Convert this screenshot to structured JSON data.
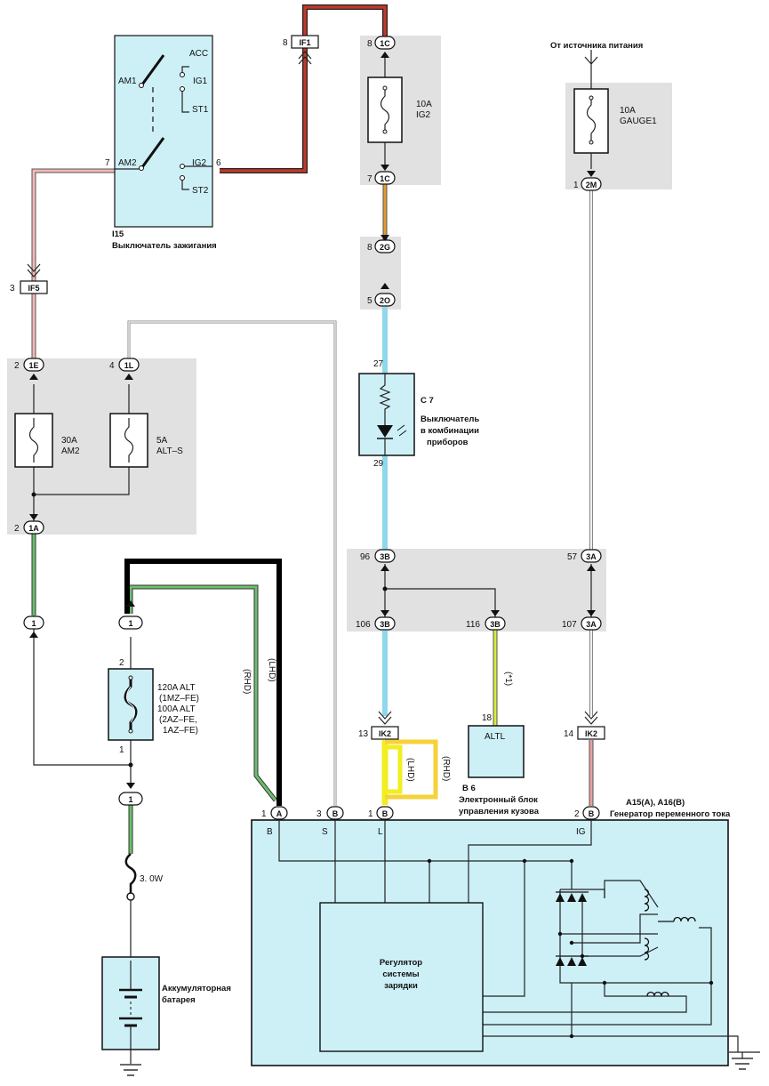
{
  "labels": {
    "power_source": "От источника питания",
    "ignition_code": "I15",
    "ignition_name": "Выключатель зажигания",
    "sw_acc": "ACC",
    "sw_ig1": "IG1",
    "sw_st1": "ST1",
    "sw_am1": "AM1",
    "sw_am2": "AM2",
    "sw_ig2": "IG2",
    "sw_st2": "ST2",
    "fuse_ig2_rating": "10A",
    "fuse_ig2_name": "IG2",
    "fuse_gauge_rating": "10A",
    "fuse_gauge_name": "GAUGE1",
    "fuse_am2_rating": "30A",
    "fuse_am2_name": "AM2",
    "fuse_alts_rating": "5A",
    "fuse_alts_name": "ALT–S",
    "c7_code": "C 7",
    "c7_line1": "Выключатель",
    "c7_line2": "в комбинации",
    "c7_line3": "приборов",
    "alt_fuse_l1": "120A ALT",
    "alt_fuse_l2": "(1MZ–FE)",
    "alt_fuse_l3": "100A ALT",
    "alt_fuse_l4": "(2AZ–FE,",
    "alt_fuse_l5": "1AZ–FE)",
    "fusible_link": "3. 0W",
    "battery_l1": "Аккумуляторная",
    "battery_l2": "батарея",
    "b6_code": "B 6",
    "b6_line1": "Электронный блок",
    "b6_line2": "управления кузова",
    "altl": "ALTL",
    "generator_code": "A15(A), A16(B)",
    "generator_name": "Генератор переменного тока",
    "regulator_l1": "Регулятор",
    "regulator_l2": "системы",
    "regulator_l3": "зарядки",
    "term_b": "B",
    "term_s": "S",
    "term_l": "L",
    "term_ig": "IG",
    "rhd": "(RHD)",
    "lhd": "(LHD)",
    "note1": "(*1)"
  },
  "connectors": {
    "if1": "IF1",
    "if5": "IF5",
    "c1_top": "1C",
    "c1_bot": "1C",
    "g2": "2G",
    "o2": "2O",
    "m2": "2M",
    "e1": "1E",
    "l1": "1L",
    "a1": "1A",
    "b3_96": "3B",
    "b3_106": "3B",
    "b3_116": "3B",
    "a3_57": "3A",
    "a3_107": "3A",
    "ik2_13": "IK2",
    "ik2_14": "IK2",
    "one_left": "1",
    "one_mid": "1",
    "one_fl": "1",
    "gen_a": "A",
    "gen_b_s": "B",
    "gen_b_l": "B",
    "gen_b_ig": "B"
  },
  "pins": {
    "p8a": "8",
    "p8b": "8",
    "p7a": "7",
    "p8c": "8",
    "p5": "5",
    "p1m": "1",
    "p3": "3",
    "p2e": "2",
    "p4": "4",
    "p2a": "2",
    "p27": "27",
    "p29": "29",
    "p96": "96",
    "p57": "57",
    "p106": "106",
    "p116": "116",
    "p107": "107",
    "p2fuse": "2",
    "p1fuse": "1",
    "p18": "18",
    "p13": "13",
    "p14": "14",
    "p7sw": "7",
    "p6sw": "6",
    "g1": "1",
    "g3": "3",
    "g1l": "1",
    "g2": "2"
  },
  "colors": {
    "wire_red": "#c0392b",
    "wire_pink": "#e8a0a0",
    "wire_green": "#2e7d32",
    "wire_lightblue": "#8fd8ec",
    "wire_yellow": "#e5e53a",
    "wire_orange": "#e39a2e",
    "wire_black": "#000000",
    "block_fill": "#cdf0f7",
    "splice_bg": "#e1e1e1"
  }
}
